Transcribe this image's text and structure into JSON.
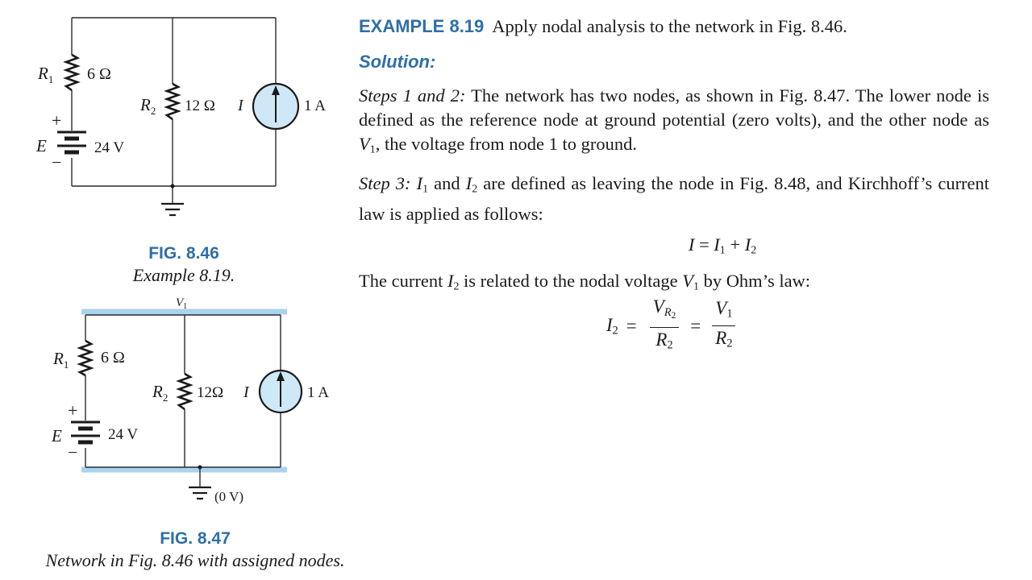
{
  "fig846": {
    "r1_label": "R1",
    "r1_value": "6 Ω",
    "r2_label": "R2",
    "r2_value": "12 Ω",
    "source_label": "I",
    "source_value": "1 A",
    "battery_label": "E",
    "battery_value": "24 V",
    "plus": "+",
    "minus": "−",
    "caption_label": "FIG. 8.46",
    "caption_text": "Example 8.19."
  },
  "fig847": {
    "node_label": "V1",
    "r1_label": "R1",
    "r1_value": "6 Ω",
    "r2_label": "R2",
    "r2_value": "12Ω",
    "source_label": "I",
    "source_value": "1 A",
    "battery_label": "E",
    "battery_value": "24 V",
    "plus": "+",
    "minus": "−",
    "ground_label": "(0 V)",
    "caption_label": "FIG. 8.47",
    "caption_text": "Network in Fig. 8.46 with assigned nodes."
  },
  "example": {
    "label": "EXAMPLE 8.19",
    "title": "Apply nodal analysis to the network in Fig. 8.46.",
    "solution": "Solution:",
    "step12_label": "Steps 1 and 2:",
    "step12_text": "The network has two nodes, as shown in Fig. 8.47. The lower node is defined as the reference node at ground potential (zero volts), and the other node as",
    "step12_var": "V",
    "step12_sub": "1",
    "step12_end": ", the voltage from node 1 to ground.",
    "step3_label": "Step 3:",
    "step3_i1": "I",
    "step3_i1_sub": "1",
    "step3_and": "and",
    "step3_i2": "I",
    "step3_i2_sub": "2",
    "step3_text": "are defined as leaving the node in Fig. 8.48, and Kirchhoff’s current law is applied as follows:",
    "kcl_lhs": "I",
    "kcl_eq": "=",
    "kcl_i1": "I",
    "kcl_i1_sub": "1",
    "kcl_plus": "+",
    "kcl_i2": "I",
    "kcl_i2_sub": "2",
    "ohm_pre": "The current",
    "ohm_i2": "I",
    "ohm_i2_sub": "2",
    "ohm_mid": "is related to the nodal voltage",
    "ohm_v": "V",
    "ohm_v_sub": "1",
    "ohm_post": "by Ohm’s law:",
    "eq2": {
      "lhs": "I",
      "lhs_sub": "2",
      "eq": "=",
      "f1_num": "V",
      "f1_num_sub": "R",
      "f1_num_subsub": "2",
      "f1_den": "R",
      "f1_den_sub": "2",
      "f2_num": "V",
      "f2_num_sub": "1",
      "f2_den": "R",
      "f2_den_sub": "2"
    }
  }
}
